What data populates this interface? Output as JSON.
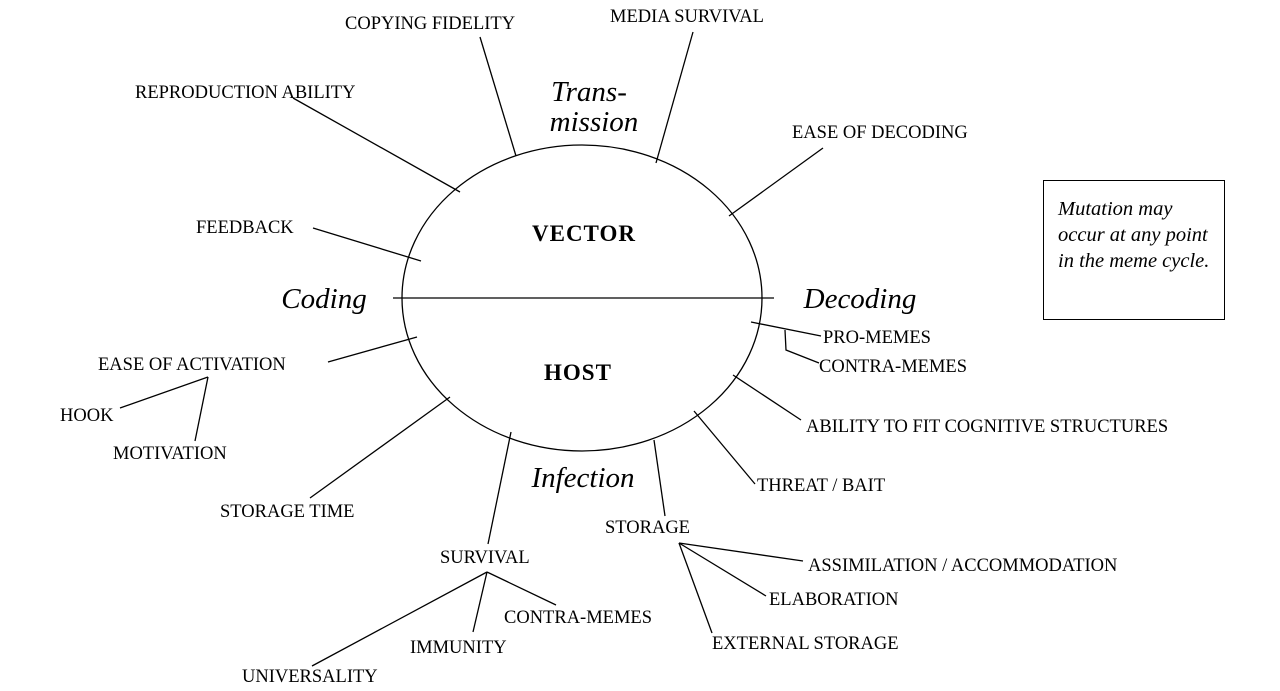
{
  "circle": {
    "upper_label": "VECTOR",
    "lower_label": "HOST"
  },
  "phases": {
    "transmission_line1": "Trans-",
    "transmission_line2": "mission",
    "coding": "Coding",
    "decoding": "Decoding",
    "infection": "Infection"
  },
  "labels": {
    "copying_fidelity": "COPYING FIDELITY",
    "media_survival": "MEDIA SURVIVAL",
    "reproduction_ability": "REPRODUCTION ABILITY",
    "ease_of_decoding": "EASE OF DECODING",
    "feedback": "FEEDBACK",
    "pro_memes": "PRO-MEMES",
    "contra_memes_right": "CONTRA-MEMES",
    "ease_of_activation": "EASE OF ACTIVATION",
    "hook": "HOOK",
    "motivation": "MOTIVATION",
    "ability_to_fit": "ABILITY TO FIT COGNITIVE STRUCTURES",
    "threat_bait": "THREAT / BAIT",
    "storage_time": "STORAGE TIME",
    "storage": "STORAGE",
    "assimilation": "ASSIMILATION / ACCOMMODATION",
    "elaboration": "ELABORATION",
    "external_storage": "EXTERNAL STORAGE",
    "survival": "SURVIVAL",
    "contra_memes_bottom": "CONTRA-MEMES",
    "immunity": "IMMUNITY",
    "universality": "UNIVERSALITY"
  },
  "note": {
    "text": "Mutation may occur at any point in the meme cycle."
  }
}
